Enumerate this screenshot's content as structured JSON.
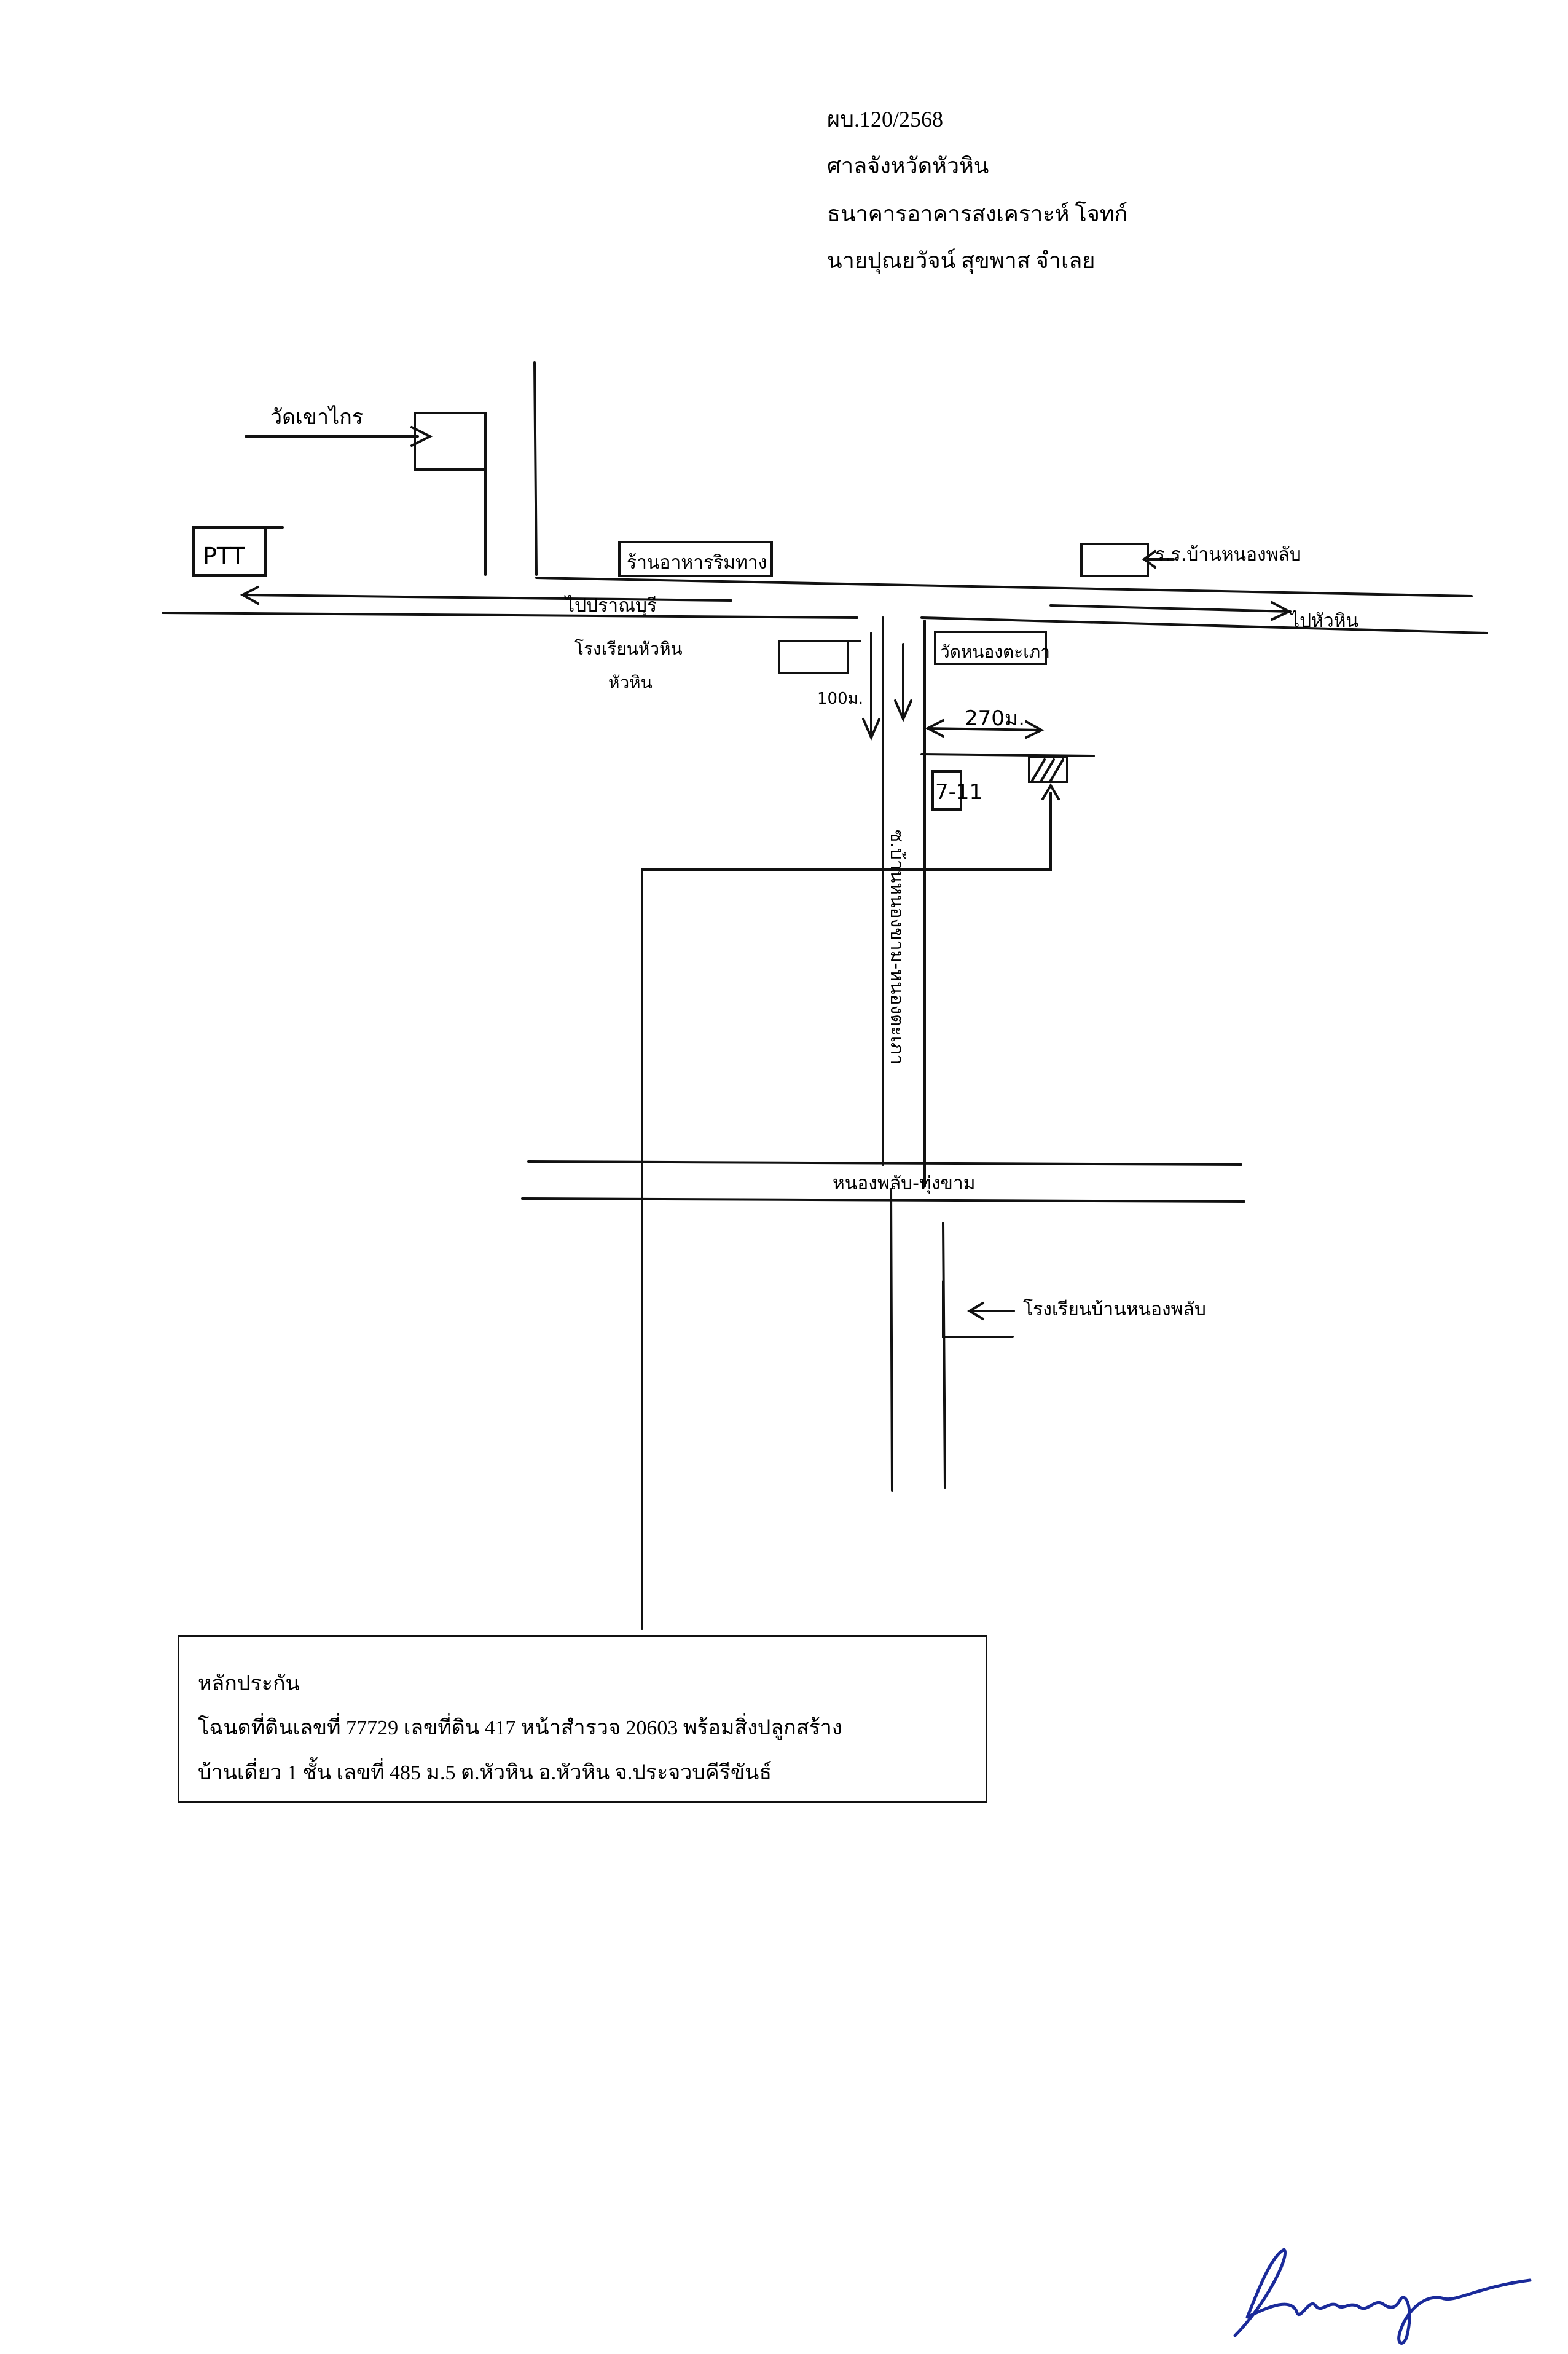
{
  "header": {
    "case_no": "ผบ.120/2568",
    "court": "ศาลจังหวัดหัวหิน",
    "plaintiff": "ธนาคารอาคารสงเคราะห์   โจทก์",
    "defendant": "นายปุณยวัจน์ สุขพาส  จำเลย"
  },
  "map": {
    "labels": {
      "wat_khao": "วัดเขาไกร",
      "ptt": "PTT",
      "shop_top": "ร้านอาหารริมทาง",
      "to_left": "ไปปราณบุรี",
      "to_right": "ไปหัวหิน",
      "market_right": "ร.ร.บ้านหนองพลับ",
      "school_left": "โรงเรียนหัวหิน",
      "school_left_2": "หัวหิน",
      "dist_left": "100ม.",
      "wat_right": "วัดหนองตะเภา",
      "distance": "270ม.",
      "seven_eleven": "7-11",
      "soi_vertical": "ซ.บ้านหนองขาม-หนองตะเภา",
      "cross_road": "หนองพลับ-ทุ่งขาม",
      "school_bottom": "โรงเรียนบ้านหนองพลับ"
    }
  },
  "collateral": {
    "title": "หลักประกัน",
    "line1": "โฉนดที่ดินเลขที่ 77729  เลขที่ดิน  417  หน้าสำรวจ 20603  พร้อมสิ่งปลูกสร้าง",
    "line2": "บ้านเดี่ยว 1 ชั้น  เลขที่ 485 ม.5    ต.หัวหิน อ.หัวหิน จ.ประจวบคีรีขันธ์"
  },
  "colors": {
    "ink": "#111111",
    "signature": "#1a2a9a"
  }
}
